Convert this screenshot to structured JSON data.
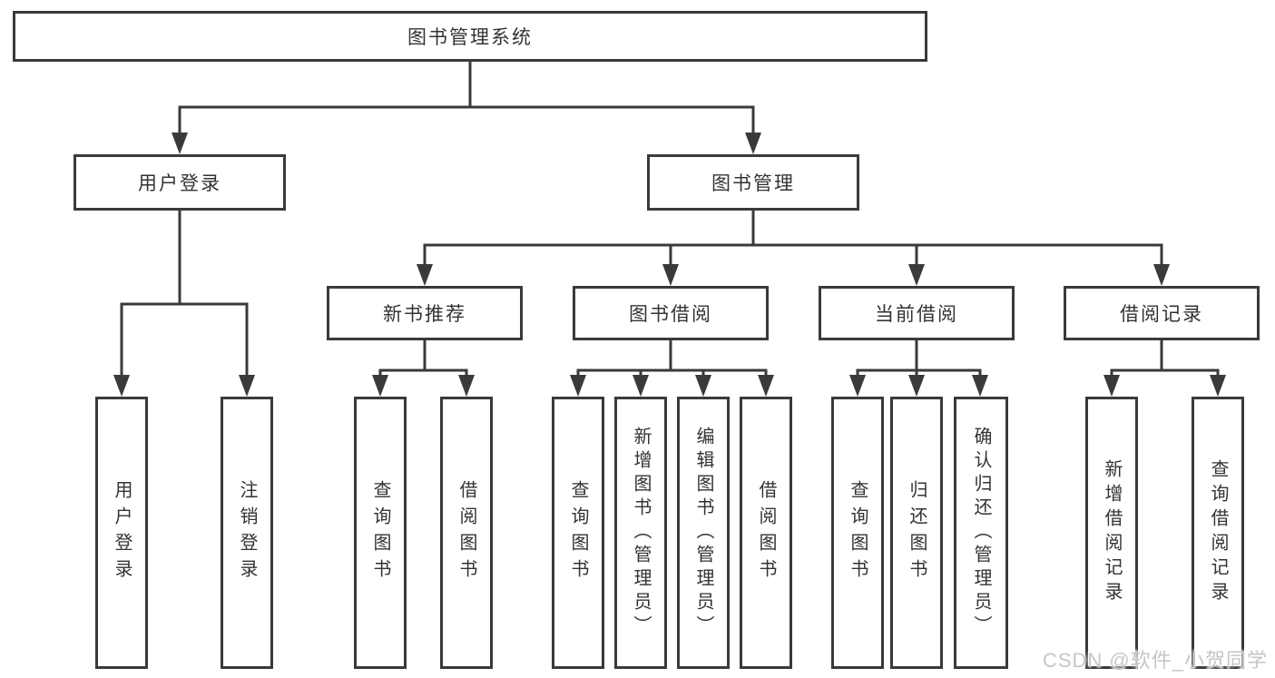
{
  "colors": {
    "line": "#3a3a3a",
    "text": "#333333",
    "background": "#ffffff",
    "watermark": "#c6c6c6"
  },
  "watermark": "CSDN @软件_小贺同学",
  "tree": {
    "root": {
      "label": "图书管理系统"
    },
    "branches": [
      {
        "label": "用户登录",
        "children": [
          {
            "label": "用户登录"
          },
          {
            "label": "注销登录"
          }
        ]
      },
      {
        "label": "图书管理",
        "children": [
          {
            "label": "新书推荐",
            "children": [
              {
                "label": "查询图书"
              },
              {
                "label": "借阅图书"
              }
            ]
          },
          {
            "label": "图书借阅",
            "children": [
              {
                "label": "查询图书"
              },
              {
                "label": "新增图书（管理员）"
              },
              {
                "label": "编辑图书（管理员）"
              },
              {
                "label": "借阅图书"
              }
            ]
          },
          {
            "label": "当前借阅",
            "children": [
              {
                "label": "查询图书"
              },
              {
                "label": "归还图书"
              },
              {
                "label": "确认归还（管理员）"
              }
            ]
          },
          {
            "label": "借阅记录",
            "children": [
              {
                "label": "新增借阅记录"
              },
              {
                "label": "查询借阅记录"
              }
            ]
          }
        ]
      }
    ]
  }
}
